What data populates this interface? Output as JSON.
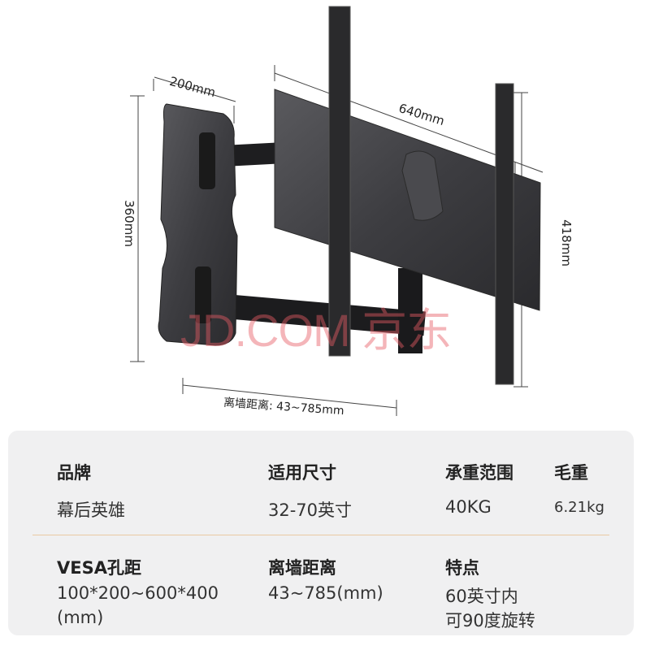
{
  "dimensions": {
    "arm_width": "200mm",
    "plate_width": "640mm",
    "wall_plate_height": "360mm",
    "bracket_height": "418mm",
    "wall_distance": "离墙距离: 43~785mm"
  },
  "watermark": "JD.COM 京东",
  "specs": {
    "row1": [
      {
        "label": "品牌",
        "value": "幕后英雄"
      },
      {
        "label": "适用尺寸",
        "value": "32-70英寸"
      },
      {
        "label": "承重范围",
        "value": "40KG"
      },
      {
        "label": "毛重",
        "value": "6.21kg"
      }
    ],
    "row2": [
      {
        "label": "VESA孔距",
        "value_lines": [
          "100*200~600*400",
          "(mm)"
        ]
      },
      {
        "label": "离墙距离",
        "value_lines": [
          "43~785(mm)"
        ]
      },
      {
        "label": "特点",
        "value_lines": [
          "60英寸内",
          "可90度旋转"
        ]
      }
    ]
  }
}
